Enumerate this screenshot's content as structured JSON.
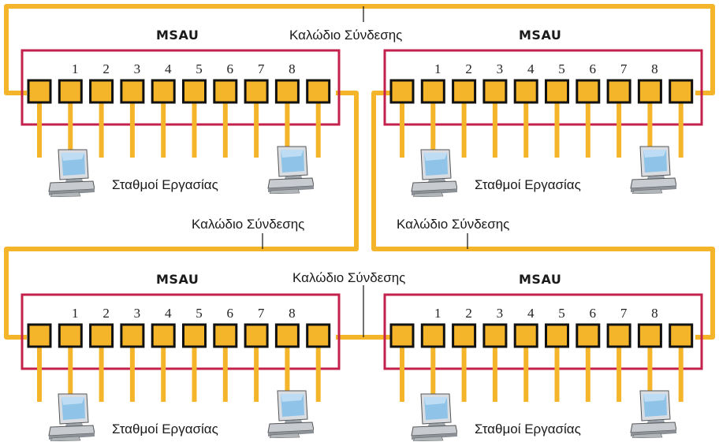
{
  "colors": {
    "cable": "#f5b52a",
    "box": "#c4204c",
    "port_fill": "#f5b52a",
    "port_border": "#111111",
    "leader_line": "#111111"
  },
  "cable_label": "Καλώδιο Σύνδεσης",
  "units": [
    {
      "title": "MSAU",
      "port_numbers": [
        "1",
        "2",
        "3",
        "4",
        "5",
        "6",
        "7",
        "8"
      ],
      "workstations_label": "Σταθμοί Εργασίας",
      "icon": "computer-icon"
    },
    {
      "title": "MSAU",
      "port_numbers": [
        "1",
        "2",
        "3",
        "4",
        "5",
        "6",
        "7",
        "8"
      ],
      "workstations_label": "Σταθμοί Εργασίας",
      "icon": "computer-icon"
    },
    {
      "title": "MSAU",
      "port_numbers": [
        "1",
        "2",
        "3",
        "4",
        "5",
        "6",
        "7",
        "8"
      ],
      "workstations_label": "Σταθμοί Εργασίας",
      "icon": "computer-icon"
    },
    {
      "title": "MSAU",
      "port_numbers": [
        "1",
        "2",
        "3",
        "4",
        "5",
        "6",
        "7",
        "8"
      ],
      "workstations_label": "Σταθμοί Εργασίας",
      "icon": "computer-icon"
    }
  ]
}
